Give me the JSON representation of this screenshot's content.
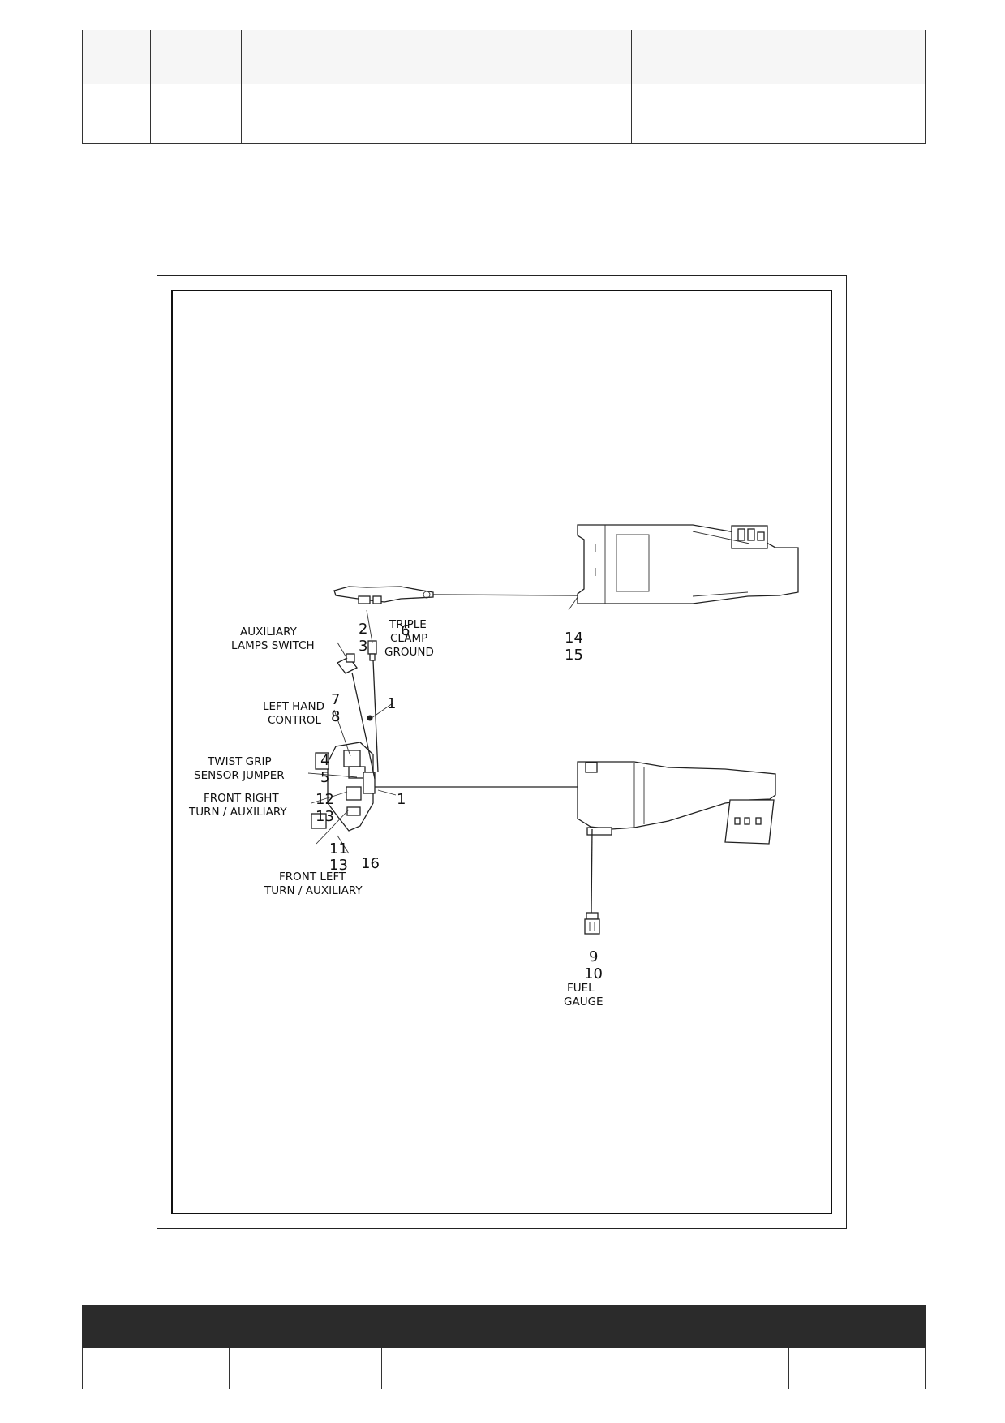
{
  "figure": {
    "labels": {
      "auxiliary_lamps_switch": [
        "AUXILIARY",
        "LAMPS SWITCH"
      ],
      "triple_clamp_ground": [
        "TRIPLE",
        "CLAMP",
        "GROUND"
      ],
      "left_hand_control": [
        "LEFT HAND",
        "CONTROL"
      ],
      "twist_grip_sensor_jumper": [
        "TWIST GRIP",
        "SENSOR JUMPER"
      ],
      "front_right_turn_auxiliary": [
        "FRONT RIGHT",
        "TURN / AUXILIARY"
      ],
      "front_left_turn_auxiliary": [
        "FRONT LEFT",
        "TURN / AUXILIARY"
      ],
      "fuel_gauge": [
        "FUEL",
        "GAUGE"
      ]
    },
    "callouts": {
      "c2": "2",
      "c3": "3",
      "c6": "6",
      "c1a": "1",
      "c7": "7",
      "c8": "8",
      "c4": "4",
      "c5": "5",
      "c1b": "1",
      "c12": "12",
      "c13a": "13",
      "c11": "11",
      "c13b": "13",
      "c16": "16",
      "c14": "14",
      "c15": "15",
      "c9": "9",
      "c10": "10"
    }
  }
}
